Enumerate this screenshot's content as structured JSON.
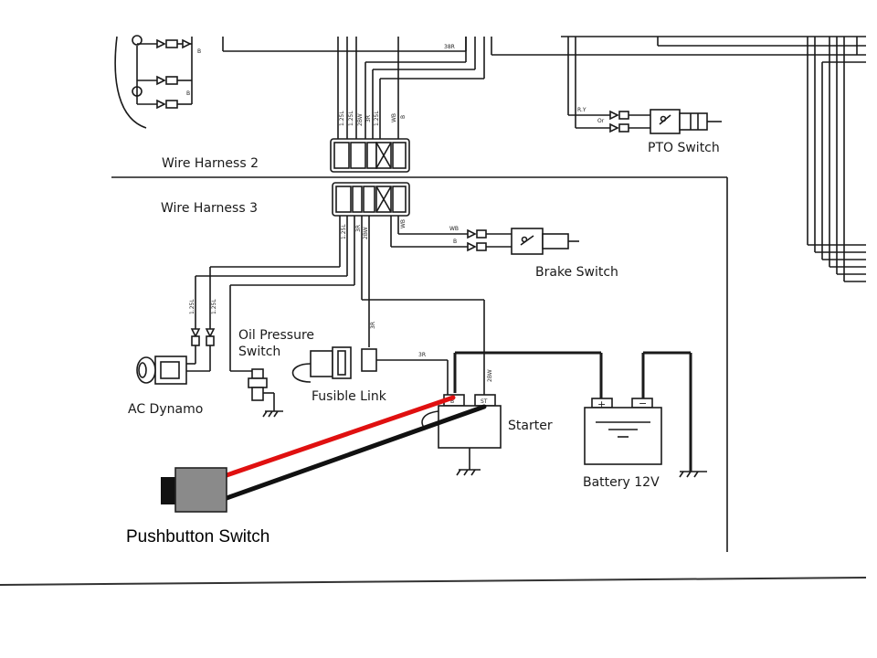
{
  "labels": {
    "wire_harness_2": "Wire Harness 2",
    "wire_harness_3": "Wire Harness 3",
    "pto_switch": "PTO Switch",
    "brake_switch": "Brake Switch",
    "oil_pressure_line1": "Oil Pressure",
    "oil_pressure_line2": "Switch",
    "fusible_link": "Fusible Link",
    "ac_dynamo": "AC Dynamo",
    "starter": "Starter",
    "battery": "Battery 12V",
    "pushbutton_switch": "Pushbutton Switch"
  },
  "wire_codes": {
    "code_38r": "38R",
    "code_ry": "R.Y",
    "code_or": "Or",
    "code_b_top": "B",
    "code_b_top2": "B",
    "code_125l_a": "1.25L",
    "code_125l_b": "1.25L",
    "code_2bw_a": "2BW",
    "code_3r_a": "3R",
    "code_wb_a": "WB",
    "code_b_a": "B",
    "code_125l_c": "1.25L",
    "code_2bw_b": "2BW",
    "code_3r_b": "3R",
    "code_125l_d": "1.25L",
    "code_wb_b": "WB",
    "code_wb_brake": "WB",
    "code_b_brake": "B",
    "code_125l_e": "1.25L",
    "code_125l_f": "1.25L",
    "code_3r_c": "3R",
    "code_3r_d": "3R",
    "code_2bw_c": "2BW",
    "code_st": "ST",
    "code_b_st": "B"
  },
  "colors": {
    "added_positive_wire": "#e01010",
    "added_negative_wire": "#111111",
    "pushbutton_body": "#8a8a8a"
  }
}
